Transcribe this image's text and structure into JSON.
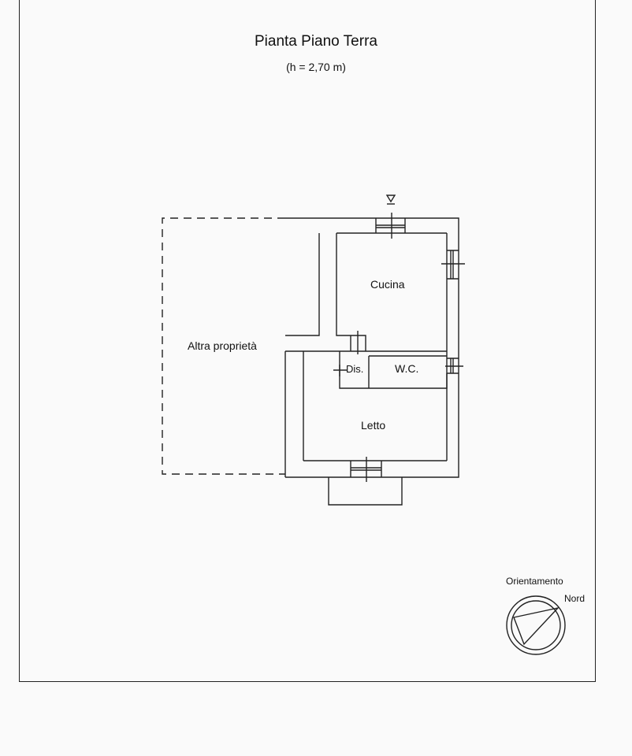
{
  "header": {
    "title": "Pianta Piano Terra",
    "subtitle": "(h = 2,70 m)"
  },
  "rooms": {
    "cucina": "Cucina",
    "dis": "Dis.",
    "wc": "W.C.",
    "letto": "Letto",
    "altra": "Altra proprietà"
  },
  "compass": {
    "label": "Orientamento",
    "north": "Nord"
  },
  "colors": {
    "line": "#222222",
    "background": "#fafafa"
  }
}
